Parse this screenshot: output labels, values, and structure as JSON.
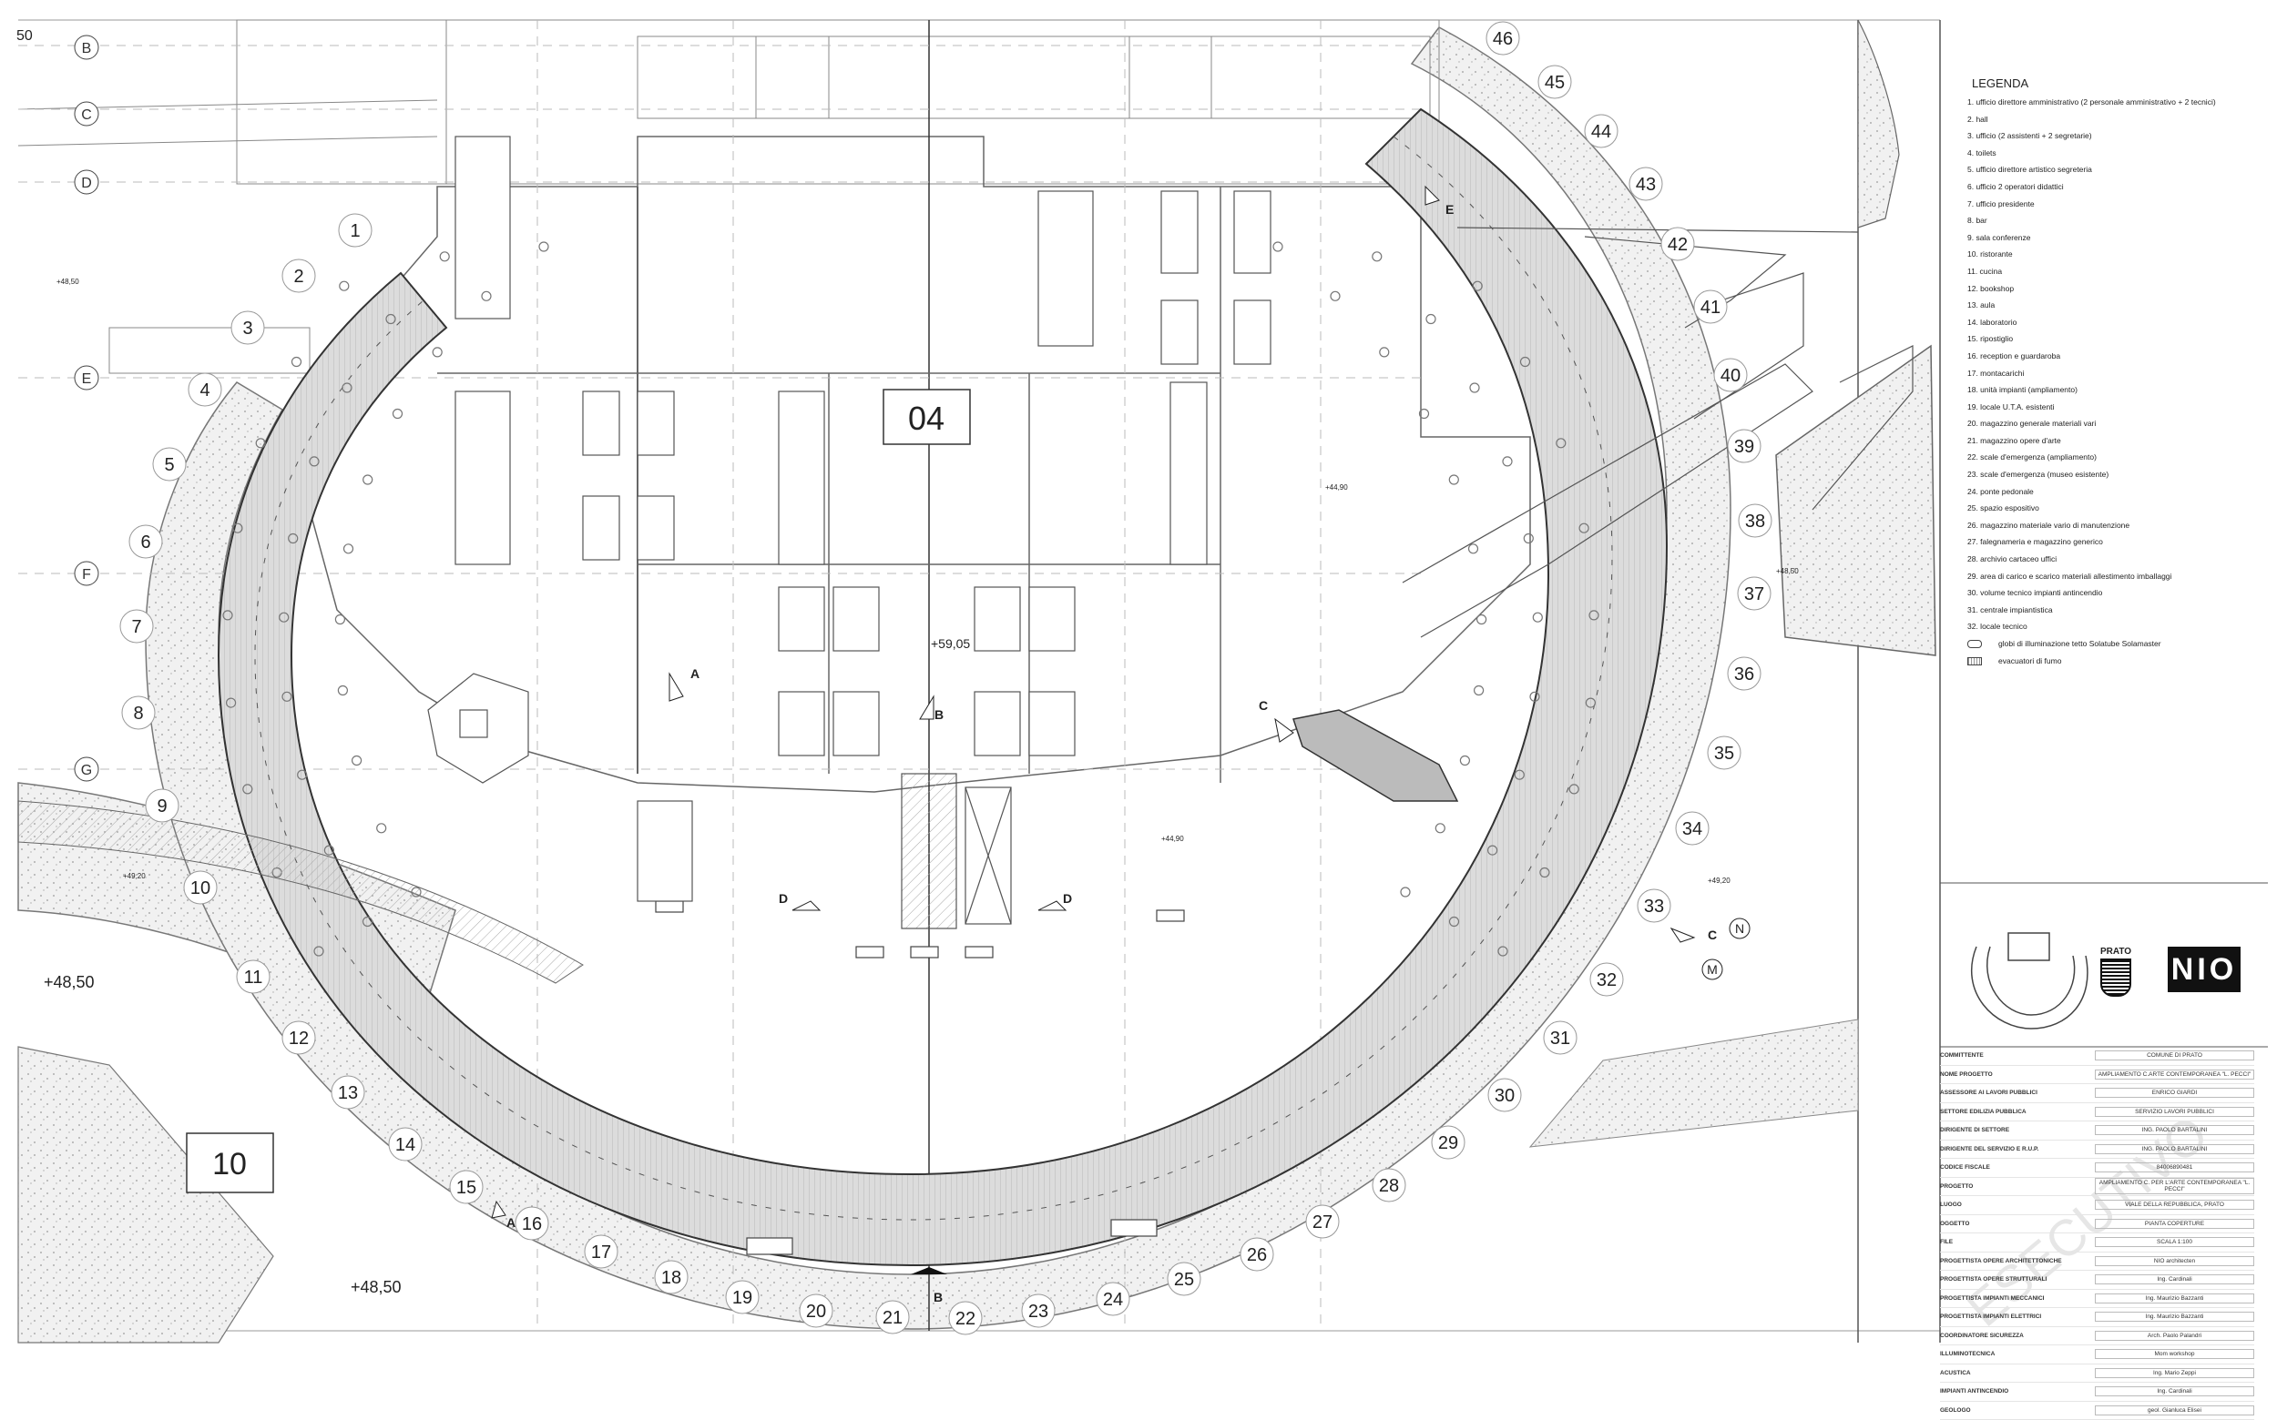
{
  "central_label": "04",
  "block_label": "10",
  "grid_letters": [
    "B",
    "C",
    "D",
    "E",
    "F",
    "G"
  ],
  "bay_numbers": [
    "1",
    "2",
    "3",
    "4",
    "5",
    "6",
    "7",
    "8",
    "9",
    "10",
    "11",
    "12",
    "13",
    "14",
    "15",
    "16",
    "17",
    "18",
    "19",
    "20",
    "21",
    "22",
    "23",
    "24",
    "25",
    "26",
    "27",
    "28",
    "29",
    "30",
    "31",
    "32",
    "33",
    "34",
    "35",
    "36",
    "37",
    "38",
    "39",
    "40",
    "41",
    "42",
    "43",
    "44",
    "45",
    "46"
  ],
  "section_marks": {
    "a": "A",
    "b": "B",
    "c": "C",
    "d": "D",
    "e": "E",
    "m": "M",
    "n": "N"
  },
  "elevations": {
    "e1": "+48,50",
    "e2": "+48,50",
    "e3": "+48,50",
    "e4": "+49,20",
    "e5": "+59,05",
    "e6": "+44,90",
    "e7": "+44,90",
    "e8": "+48,50",
    "e9": "+49,20"
  },
  "legend": {
    "title": "LEGENDA",
    "items": [
      "1. ufficio direttore amministrativo (2 personale amministrativo + 2 tecnici)",
      "2. hall",
      "3. ufficio (2 assistenti + 2 segretarie)",
      "4. toilets",
      "5. ufficio direttore artistico segreteria",
      "6. ufficio 2 operatori didattici",
      "7. ufficio presidente",
      "8. bar",
      "9. sala conferenze",
      "10. ristorante",
      "11. cucina",
      "12. bookshop",
      "13. aula",
      "14. laboratorio",
      "15. ripostiglio",
      "16. reception e guardaroba",
      "17. montacarichi",
      "18. unità impianti (ampliamento)",
      "19. locale U.T.A. esistenti",
      "20. magazzino generale materiali vari",
      "21. magazzino opere d'arte",
      "22. scale d'emergenza (ampliamento)",
      "23. scale d'emergenza (museo esistente)",
      "24. ponte pedonale",
      "25. spazio espositivo",
      "26. magazzino materiale vario di manutenzione",
      "27. falegnameria e magazzino generico",
      "28. archivio cartaceo uffici",
      "29. area di carico e scarico materiali allestimento imballaggi",
      "30. volume tecnico impianti antincendio",
      "31. centrale impiantistica",
      "32. locale tecnico",
      "globi di illuminazione tetto Solatube Solamaster",
      "evacuatori di fumo"
    ]
  },
  "logos": {
    "city": "PRATO",
    "studio": "NIO"
  },
  "title_block": {
    "rows": [
      {
        "k": "COMMITTENTE",
        "v": "COMUNE DI PRATO"
      },
      {
        "k": "NOME PROGETTO",
        "v": "AMPLIAMENTO C.ARTE CONTEMPORANEA \"L. PECCI\""
      },
      {
        "k": "ASSESSORE AI LAVORI PUBBLICI",
        "v": "ENRICO GIARDI"
      },
      {
        "k": "SETTORE EDILIZIA PUBBLICA",
        "v": "SERVIZIO LAVORI PUBBLICI"
      },
      {
        "k": "DIRIGENTE DI SETTORE",
        "v": "ING. PAOLO BARTALINI"
      },
      {
        "k": "DIRIGENTE DEL SERVIZIO E R.U.P.",
        "v": "ING. PAOLO BARTALINI"
      },
      {
        "k": "CODICE FISCALE",
        "v": "84006890481"
      },
      {
        "k": "PROGETTO",
        "v": "AMPLIAMENTO C. PER L'ARTE CONTEMPORANEA \"L. PECCI\""
      },
      {
        "k": "LUOGO",
        "v": "VIALE DELLA REPUBBLICA, PRATO"
      },
      {
        "k": "OGGETTO",
        "v": "PIANTA COPERTURE"
      },
      {
        "k": "FILE",
        "v": "SCALA 1:100"
      },
      {
        "k": "PROGETTISTA OPERE ARCHITETTONICHE",
        "v": "NIO architecten"
      },
      {
        "k": "PROGETTISTA OPERE STRUTTURALI",
        "v": "Ing. Cardinali"
      },
      {
        "k": "PROGETTISTA IMPIANTI MECCANICI",
        "v": "Ing. Maurizio Bazzanti"
      },
      {
        "k": "PROGETTISTA IMPIANTI ELETTRICI",
        "v": "Ing. Maurizio Bazzanti"
      },
      {
        "k": "COORDINATORE SICUREZZA",
        "v": "Arch. Paolo Palandri"
      },
      {
        "k": "ILLUMINOTECNICA",
        "v": "Mom workshop"
      },
      {
        "k": "ACUSTICA",
        "v": "Ing. Mario Zeppi"
      },
      {
        "k": "IMPIANTI ANTINCENDIO",
        "v": "Ing. Cardinali"
      },
      {
        "k": "GEOLOGO",
        "v": "geol. Gianluca Elisei"
      }
    ]
  },
  "watermark": "ESECUTIVO",
  "corner_mark": "50"
}
